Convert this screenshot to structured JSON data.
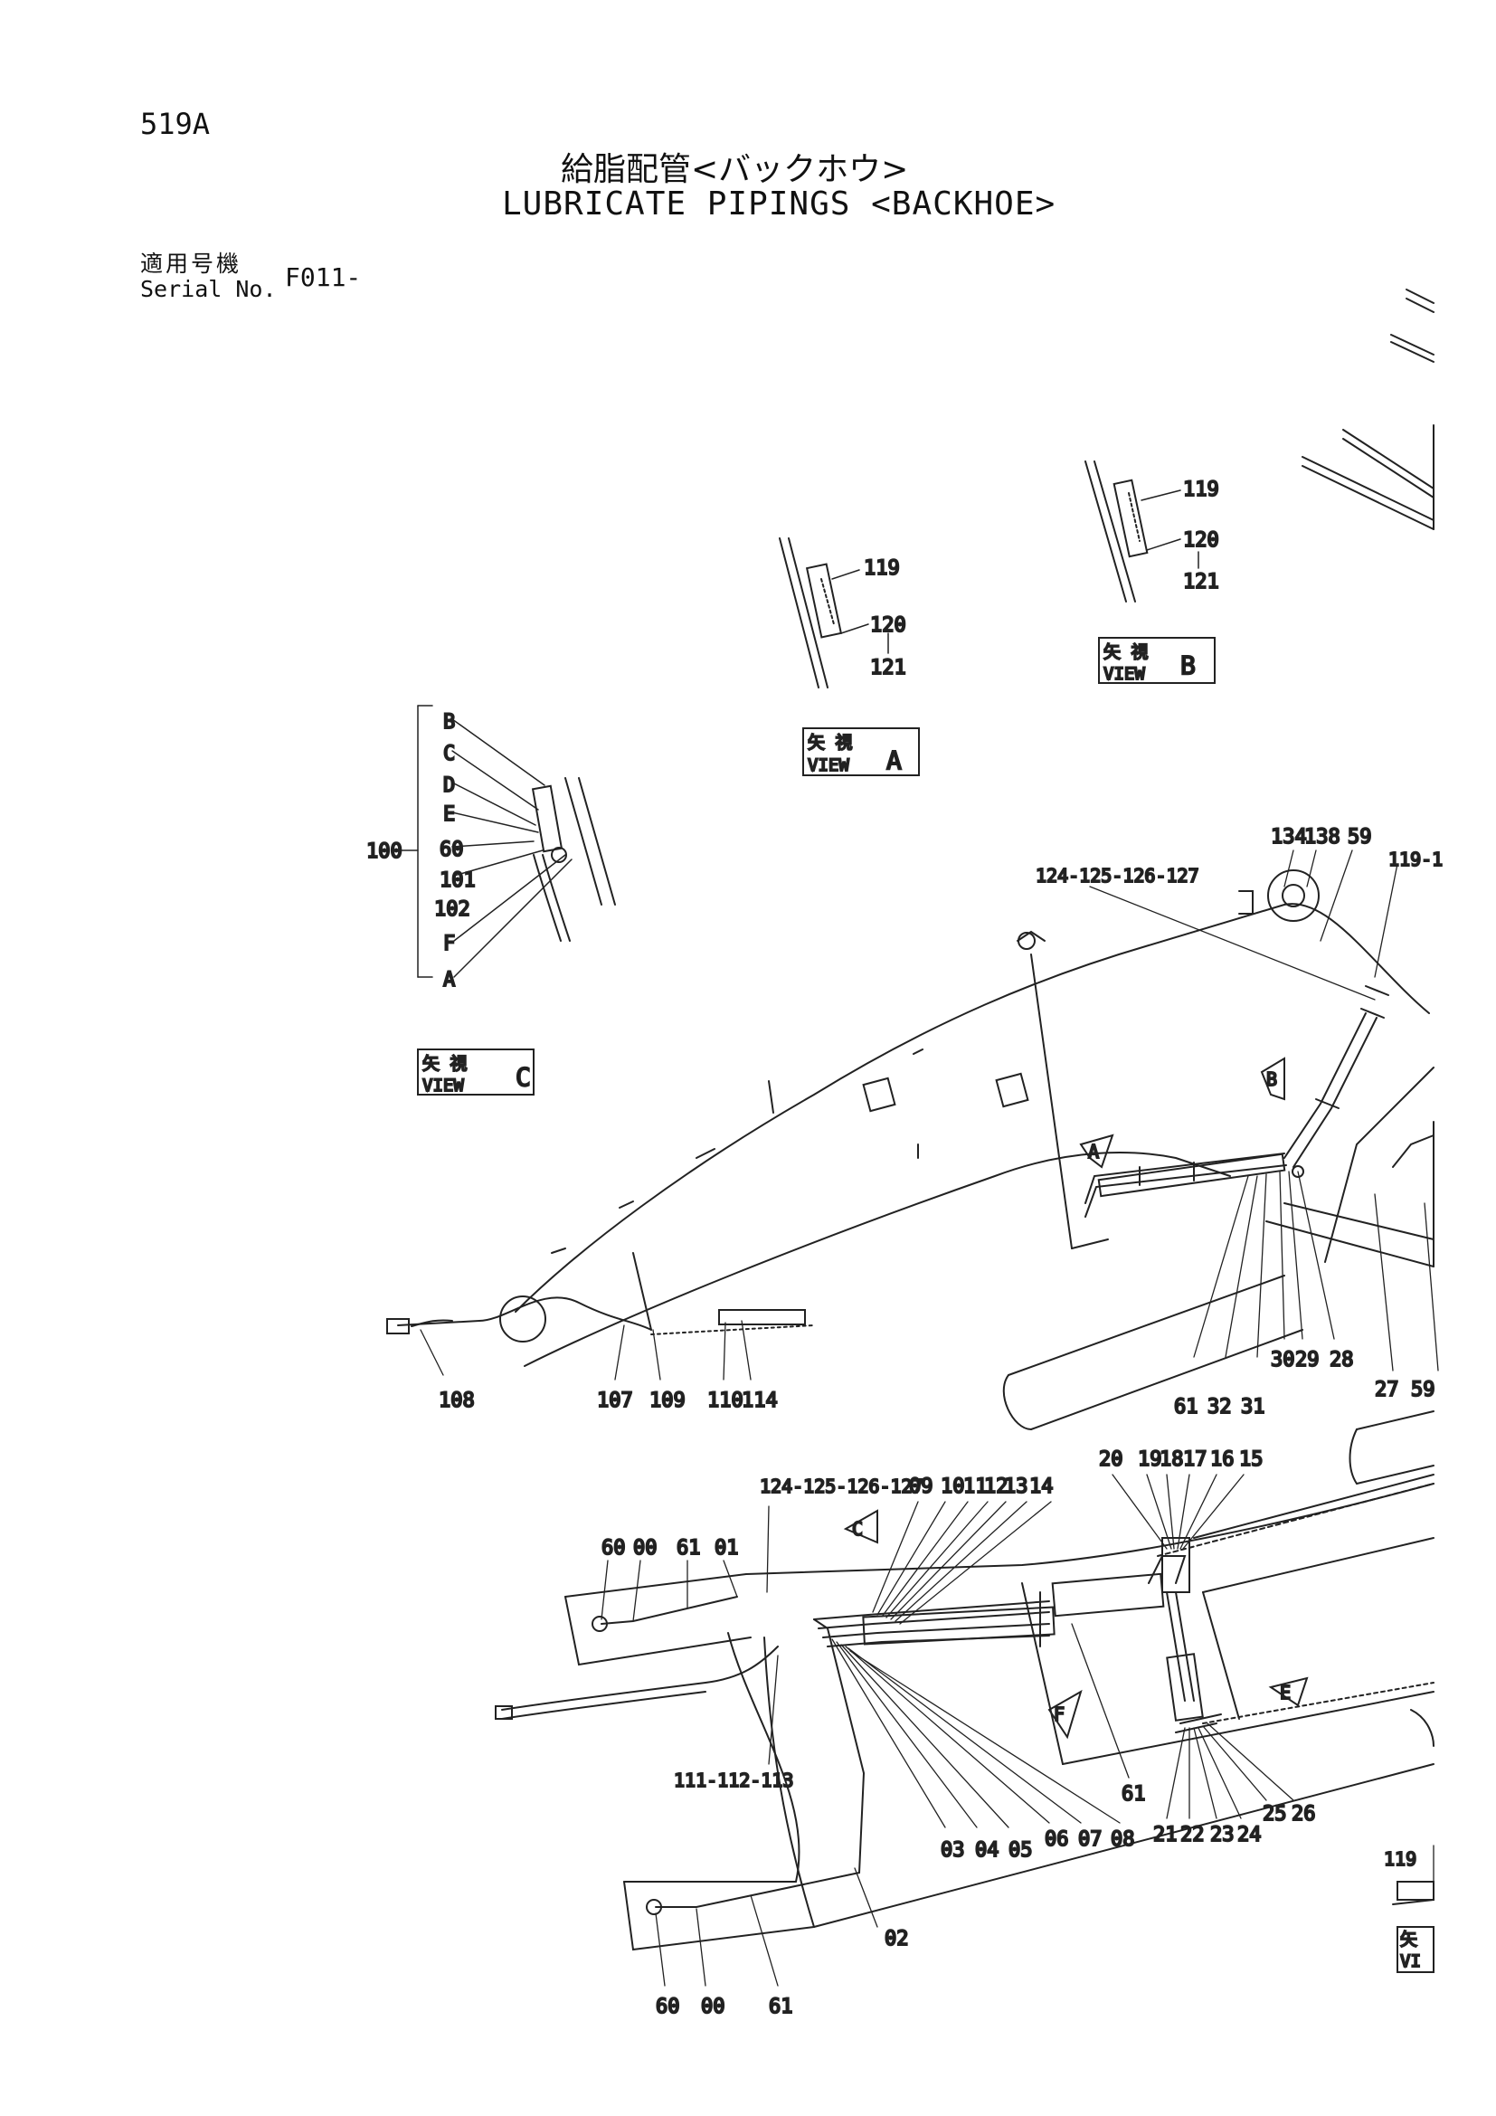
{
  "header": {
    "page_number": "519A",
    "title_jp": "給脂配管<バックホウ>",
    "title_en": "LUBRICATE PIPINGS <BACKHOE>",
    "serial_label_jp": "適用号機",
    "serial_label_en": "Serial No.",
    "serial_value": "F011-"
  },
  "views": {
    "a": {
      "label_jp": "矢 視",
      "label_en": "VIEW",
      "letter": "A",
      "callouts": [
        "119",
        "120",
        "121"
      ]
    },
    "b": {
      "label_jp": "矢 視",
      "label_en": "VIEW",
      "letter": "B",
      "callouts": [
        "119",
        "120",
        "121"
      ]
    },
    "c": {
      "label_jp": "矢 視",
      "label_en": "VIEW",
      "letter": "C",
      "callouts": [
        "B",
        "C",
        "D",
        "E",
        "60",
        "101",
        "102",
        "F",
        "A"
      ],
      "group": "100"
    },
    "edge": {
      "label_jp": "矢",
      "label_en": "VI",
      "callout": "119"
    }
  },
  "arm_callouts": [
    "134",
    "138",
    "59",
    "119-1",
    "124-125-126-127",
    "108",
    "107",
    "109",
    "110",
    "114",
    "61",
    "32",
    "31",
    "30",
    "29",
    "28",
    "27",
    "59"
  ],
  "boom_callouts": [
    "124-125-126-127",
    "09",
    "10",
    "11",
    "12",
    "13",
    "14",
    "20",
    "19",
    "18",
    "17",
    "16",
    "15",
    "60",
    "00",
    "61",
    "01",
    "111-112-113",
    "03",
    "04",
    "05",
    "06",
    "07",
    "08",
    "61",
    "02",
    "21",
    "22",
    "23",
    "24",
    "25",
    "26",
    "60",
    "00",
    "61"
  ],
  "flow_arrows": [
    "A",
    "B",
    "C",
    "F",
    "E"
  ]
}
